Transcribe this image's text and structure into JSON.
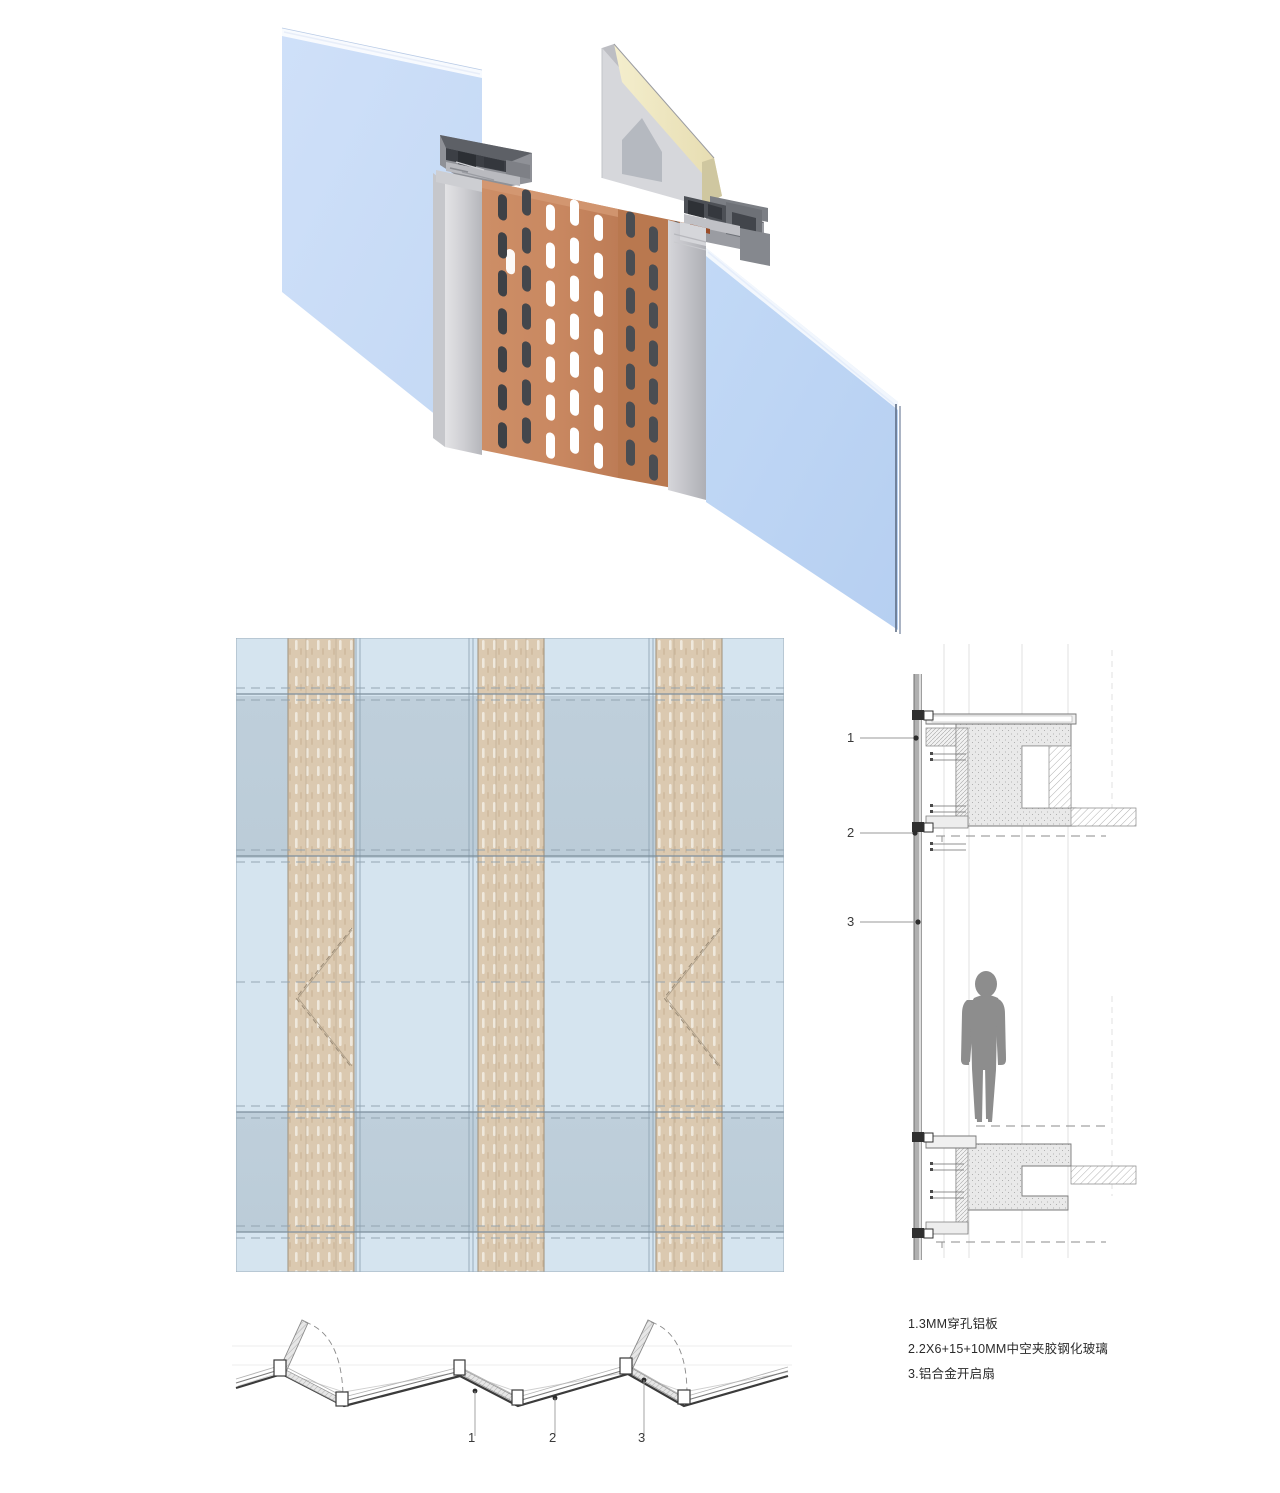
{
  "document": {
    "type": "architectural-detail-sheet",
    "background": "#ffffff"
  },
  "legend": {
    "name": "material-legend",
    "items": [
      {
        "id": "1",
        "text": "1.3MM穿孔铝板"
      },
      {
        "id": "2",
        "text": "2.2X6+15+10MM中空夹胶钢化玻璃"
      },
      {
        "id": "3",
        "text": "3.铝合金开启扇"
      }
    ]
  },
  "views": {
    "isometric": {
      "name": "isometric-3d-detail",
      "caption": "",
      "parts": {
        "glass_left": "glass-panel-left",
        "glass_right": "glass-panel-right",
        "perforated_panel": "perforated-aluminium-panel",
        "mullion_left": "aluminium-mullion-left",
        "mullion_right": "aluminium-mullion-right",
        "insulated_panel": "insulated-spandrel-panel"
      }
    },
    "elevation": {
      "name": "facade-elevation",
      "bays": 3,
      "strip_count": 3,
      "floor_lines": 4
    },
    "vertical_section": {
      "name": "vertical-section-detail",
      "callouts": [
        {
          "id": "1",
          "label": "1"
        },
        {
          "id": "2",
          "label": "2"
        },
        {
          "id": "3",
          "label": "3"
        }
      ],
      "scale_figure": "human-silhouette"
    },
    "plan_section": {
      "name": "horizontal-plan-detail",
      "callouts": [
        {
          "id": "1",
          "label": "1"
        },
        {
          "id": "2",
          "label": "2"
        },
        {
          "id": "3",
          "label": "3"
        }
      ]
    }
  },
  "colors": {
    "glass_iso": "#c8dcf7",
    "glass_iso_dark": "#a9c8ef",
    "panel_terracotta": "#c98861",
    "panel_terracotta_dark": "#a96a46",
    "metal_light": "#d8d8da",
    "metal_mid": "#a9aab0",
    "metal_dark": "#6d7076",
    "insulation": "#efe7bf",
    "elev_glass_light": "#d3e3ee",
    "elev_glass_dark": "#bccdd9",
    "elev_panel": "#dbc9b0",
    "line_dark": "#4a4a4a",
    "line_mid": "#8b8b8b",
    "line_light": "#c8c8c8",
    "figure": "#8d8d8d"
  }
}
